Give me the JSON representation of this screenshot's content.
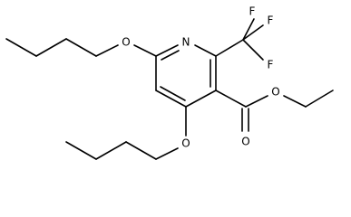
{
  "atoms": {
    "nitrogen": "N",
    "ether_oxygen_1": "O",
    "ether_oxygen_2": "O",
    "ester_oxygen_single": "O",
    "ester_oxygen_double": "O",
    "fluorine_1": "F",
    "fluorine_2": "F",
    "fluorine_3": "F"
  }
}
